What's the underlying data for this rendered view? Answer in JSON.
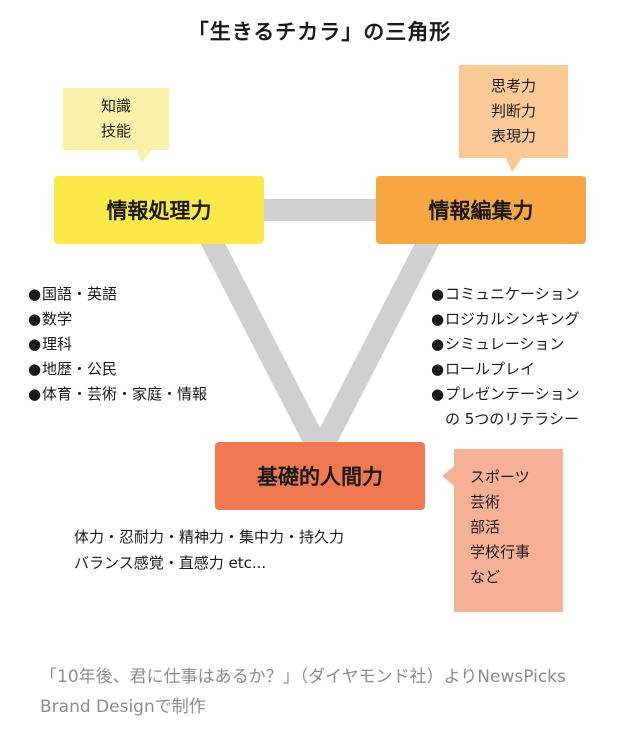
{
  "title": "「生きるチカラ」の三角形",
  "nodes": {
    "info_processing": "情報処理力",
    "info_editing": "情報編集力",
    "basic_human": "基礎的人間力"
  },
  "bubbles": {
    "knowledge": [
      "知識",
      "技能"
    ],
    "thinking": [
      "思考力",
      "判断力",
      "表現力"
    ],
    "activities": [
      "スポーツ",
      "芸術",
      "部活",
      "学校行事",
      "など"
    ]
  },
  "subjects": [
    "国語・英語",
    "数学",
    "理科",
    "地歴・公民",
    "体育・芸術・家庭・情報"
  ],
  "literacies": [
    "コミュニケーション",
    "ロジカルシンキング",
    "シミュレーション",
    "ロールプレイ",
    "プレゼンテーション"
  ],
  "literacies_footer": "の 5つのリテラシー",
  "human_traits": [
    "体力・忍耐力・精神力・集中力・持久力",
    "バランス感覚・直感力 etc..."
  ],
  "bullet": "●",
  "caption": "「10年後、君に仕事はあるか？」（ダイヤモンド社）よりNewsPicks Brand Designで制作",
  "colors": {
    "info_processing": "#fbe94a",
    "info_editing": "#f6a743",
    "basic_human": "#ef7a52",
    "bubble_knowledge": "#fcf0a8",
    "bubble_thinking": "#fbc996",
    "bubble_activities": "#f6b096",
    "triangle": "#d0d0d0",
    "caption": "#8c8c8c"
  }
}
